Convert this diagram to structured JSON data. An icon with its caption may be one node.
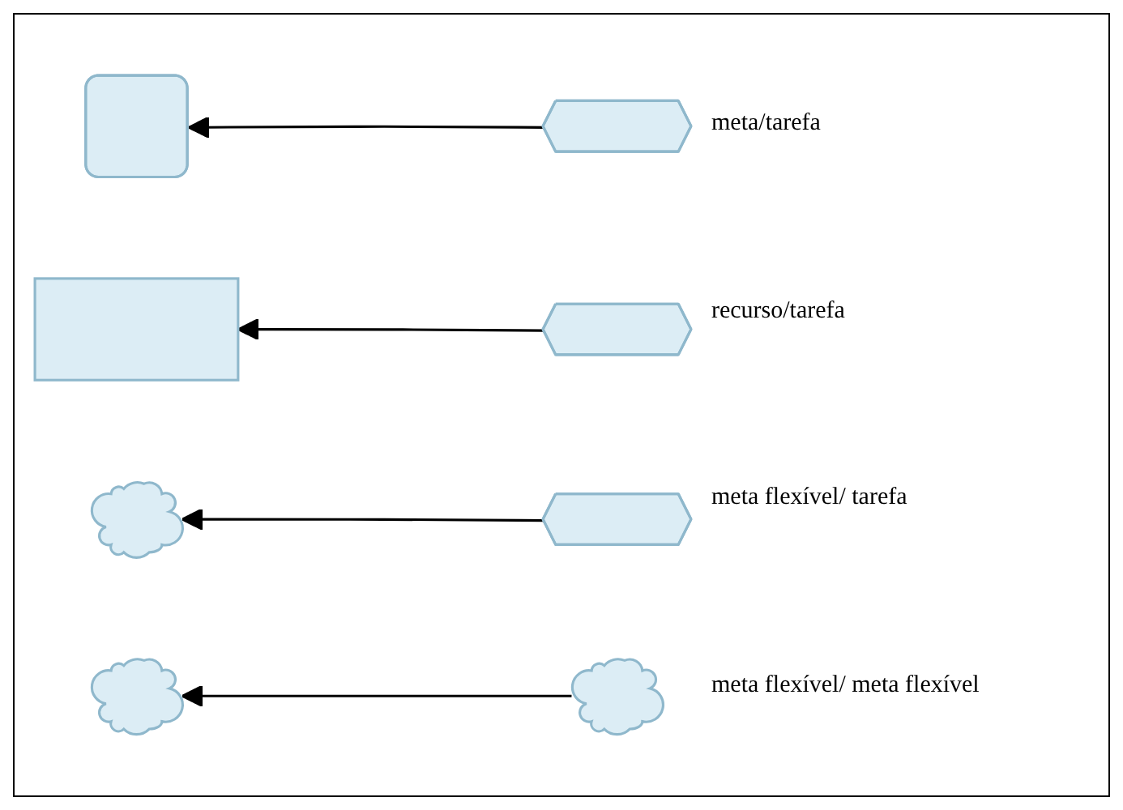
{
  "diagram": {
    "nodes": [
      {
        "text": [],
        "shape": "rounded"
      },
      {
        "text": [],
        "shape": "hexagon"
      },
      {
        "text": [],
        "shape": "box"
      },
      {
        "text": [],
        "shape": "hexagon"
      },
      {
        "text": [],
        "shape": "cloud"
      },
      {
        "text": [],
        "shape": "hexagon"
      },
      {
        "text": [],
        "shape": "cloud"
      },
      {
        "text": [],
        "shape": "cloud"
      }
    ],
    "edges": [
      {
        "from": 1,
        "to": 0,
        "arrow": "to"
      },
      {
        "from": 3,
        "to": 2,
        "arrow": "to"
      },
      {
        "from": 5,
        "to": 4,
        "arrow": "to"
      },
      {
        "from": 7,
        "to": 6,
        "arrow": "to"
      }
    ],
    "labels": [
      "meta/tarefa",
      "recurso/tarefa",
      "meta flexível/ tarefa",
      "meta flexível/ meta flexível"
    ]
  }
}
